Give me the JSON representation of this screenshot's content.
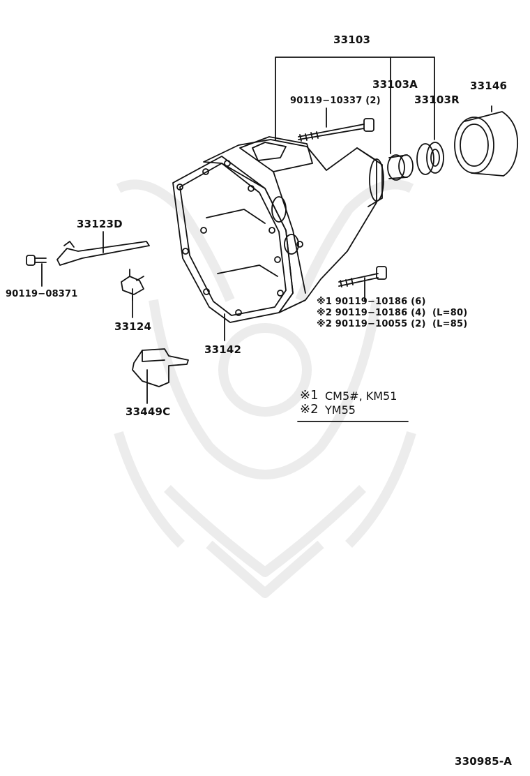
{
  "diagram_id": "330985-A",
  "watermark": "samurai-helmet-watermark",
  "parts": {
    "p33103": "33103",
    "p33103A": "33103A",
    "p33103R": "33103R",
    "p33146": "33146",
    "p33123D": "33123D",
    "p33124": "33124",
    "p33142": "33142",
    "p33449C": "33449C",
    "bolt_top": "90119−10337 (2)",
    "bolt_left": "90119−08371",
    "bolt_b1": "※1 90119−10186 (6)",
    "bolt_b2": "※2 90119−10186 (4)",
    "bolt_b2_len": "(L=80)",
    "bolt_b3": "※2 90119−10055 (2)",
    "bolt_b3_len": "(L=85)"
  },
  "notes": {
    "n1_mark": "※1",
    "n1_text": "CM5#, KM51",
    "n2_mark": "※2",
    "n2_text": "YM55"
  },
  "colors": {
    "line": "#111111",
    "watermark": "#ececec"
  }
}
